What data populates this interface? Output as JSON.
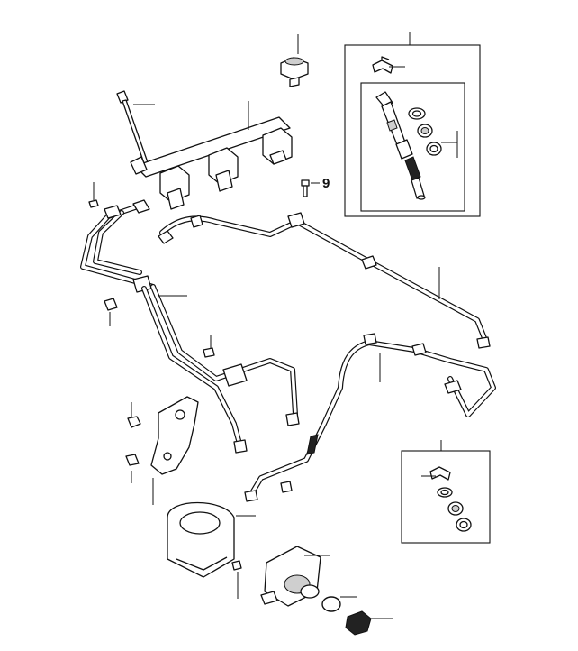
{
  "diagram": {
    "callouts": [
      {
        "id": "fuel-pressure-sensor",
        "label": ""
      },
      {
        "id": "injector-service-kit",
        "label": ""
      },
      {
        "id": "rail-bolt",
        "label": ""
      },
      {
        "id": "fuel-rail",
        "label": ""
      },
      {
        "id": "injector-clip",
        "label": ""
      },
      {
        "id": "injector-seals",
        "label": ""
      },
      {
        "id": "bleed-screw",
        "label": "9"
      },
      {
        "id": "left-clip-bolt",
        "label": ""
      },
      {
        "id": "pressure-line",
        "label": ""
      },
      {
        "id": "low-pressure-line",
        "label": ""
      },
      {
        "id": "supply-line",
        "label": ""
      },
      {
        "id": "feed-line",
        "label": ""
      },
      {
        "id": "bracket-bolt-upper",
        "label": ""
      },
      {
        "id": "small-bolt",
        "label": ""
      },
      {
        "id": "bracket-nut",
        "label": ""
      },
      {
        "id": "bracket-bolt-lower",
        "label": ""
      },
      {
        "id": "pump-bracket",
        "label": ""
      },
      {
        "id": "seal-kit",
        "label": ""
      },
      {
        "id": "pump-cover",
        "label": ""
      },
      {
        "id": "pump-bolt",
        "label": ""
      },
      {
        "id": "high-pressure-pump",
        "label": ""
      },
      {
        "id": "o-ring",
        "label": ""
      },
      {
        "id": "pump-tappet",
        "label": ""
      }
    ]
  }
}
